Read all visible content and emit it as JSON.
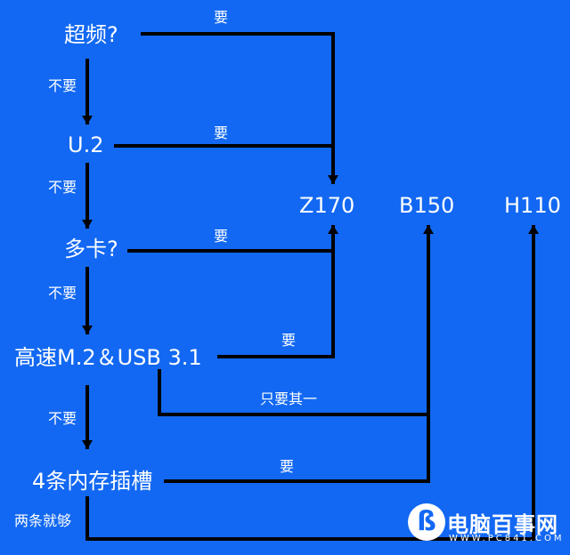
{
  "nodes": {
    "overclock": "超频?",
    "u2": "U.2",
    "multi_gpu": "多卡?",
    "m2_usb": "高速M.2＆USB 3.1",
    "four_slots": "4条内存插槽"
  },
  "edge_labels": {
    "overclock_yes": "要",
    "overclock_no": "不要",
    "u2_yes": "要",
    "u2_no": "不要",
    "multi_gpu_yes": "要",
    "multi_gpu_no": "不要",
    "m2_usb_yes": "要",
    "m2_usb_either": "只要其一",
    "m2_usb_no": "不要",
    "four_slots_yes": "要",
    "four_slots_two": "两条就够"
  },
  "chipsets": {
    "z170": "Z170",
    "b150": "B150",
    "h110": "H110"
  },
  "watermark": {
    "logo": "ß",
    "name": "电脑百事网",
    "url": "WWW.PC841.COM"
  }
}
